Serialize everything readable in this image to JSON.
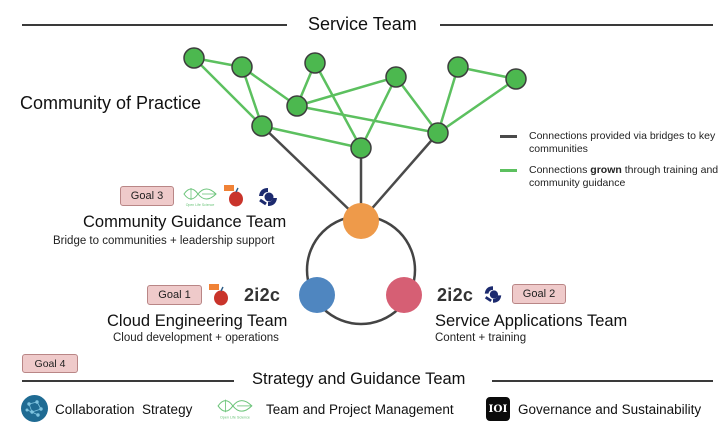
{
  "header": {
    "title": "Service Team"
  },
  "community": {
    "title": "Community of Practice"
  },
  "legend": {
    "items": [
      {
        "text": "Connections provided via bridges to key communities",
        "color": "#4a4a4a"
      },
      {
        "text_before": "Connections ",
        "text_bold": "grown",
        "text_after": " through training and community guidance",
        "color": "#5cc05f"
      }
    ]
  },
  "network": {
    "node_color": "#4cb84f",
    "edge_color": "#5cc05f",
    "bridge_color": "#4a4a4a",
    "nodes": [
      {
        "id": "n1"
      },
      {
        "id": "n2"
      },
      {
        "id": "n3"
      },
      {
        "id": "n4"
      },
      {
        "id": "n5"
      },
      {
        "id": "n6"
      },
      {
        "id": "n7"
      },
      {
        "id": "n8"
      },
      {
        "id": "n9"
      },
      {
        "id": "n10"
      }
    ],
    "edges": [
      [
        "n1",
        "n2"
      ],
      [
        "n1",
        "n5"
      ],
      [
        "n2",
        "n5"
      ],
      [
        "n2",
        "n4"
      ],
      [
        "n3",
        "n4"
      ],
      [
        "n3",
        "n6"
      ],
      [
        "n4",
        "n7"
      ],
      [
        "n4",
        "n10"
      ],
      [
        "n5",
        "n6"
      ],
      [
        "n7",
        "n6"
      ],
      [
        "n7",
        "n10"
      ],
      [
        "n8",
        "n9"
      ],
      [
        "n8",
        "n10"
      ],
      [
        "n9",
        "n10"
      ]
    ],
    "bridges": [
      "n5",
      "n6",
      "n10"
    ]
  },
  "teams": {
    "community_guidance": {
      "goal": "Goal 3",
      "title": "Community Guidance Team",
      "subtitle": "Bridge to communities + leadership support",
      "color": "#ee9a4a",
      "icons": [
        "open-life-science-icon",
        "apple-icon",
        "ioi-swirl-icon"
      ]
    },
    "cloud_engineering": {
      "goal": "Goal 1",
      "title": "Cloud Engineering Team",
      "subtitle": "Cloud development + operations",
      "color": "#4f86c0",
      "brand": "2i2c",
      "icons": [
        "apple-icon",
        "2i2c-logo"
      ]
    },
    "service_applications": {
      "goal": "Goal 2",
      "title": "Service Applications Team",
      "subtitle": "Content + training",
      "color": "#d65f74",
      "brand": "2i2c",
      "icons": [
        "2i2c-logo",
        "ioi-swirl-icon"
      ]
    }
  },
  "strategy": {
    "goal": "Goal 4",
    "title": "Strategy and Guidance Team",
    "items": [
      {
        "label": "Collaboration  Strategy",
        "icon": "collaboration-globe-icon"
      },
      {
        "label": "Team and Project Management",
        "icon": "open-life-science-icon",
        "icon_caption": "Open Life Science"
      },
      {
        "label": "Governance and Sustainability",
        "icon": "ioi-icon",
        "icon_text": "IOI"
      }
    ]
  },
  "ols_caption": "Open Life Science"
}
